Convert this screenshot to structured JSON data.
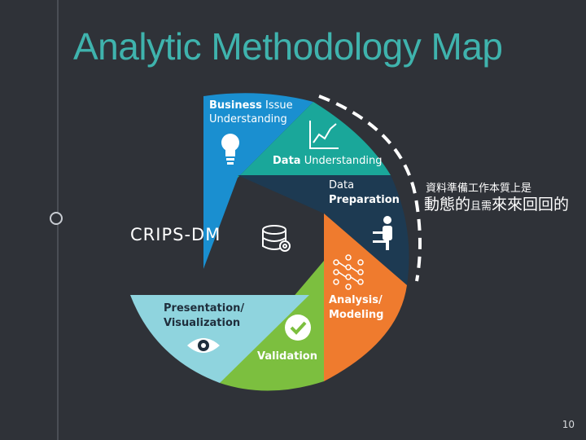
{
  "title": "Analytic Methodology Map",
  "center_label": "CRIPS-DM",
  "side_note": {
    "line1": "資料準備工作本質上是",
    "line2_a": "動態的",
    "line2_small": "且需",
    "line2_b": "來來回回的"
  },
  "segments": [
    {
      "bold": "Business",
      "rest": " Issue",
      "line2": "Understanding",
      "color": "#1a8fd0",
      "icon": "lightbulb-icon"
    },
    {
      "bold": "Data",
      "rest": " Understanding",
      "color": "#1aa79a",
      "icon": "line-chart-icon"
    },
    {
      "line1": "Data",
      "line2": "Preparation",
      "color": "#1d3a52",
      "icon": "worker-icon"
    },
    {
      "line1": "Analysis/",
      "line2": "Modeling",
      "color": "#ef7b2e",
      "icon": "network-icon"
    },
    {
      "line1": "Validation",
      "color": "#7cbf3f",
      "icon": "checkmark-icon"
    },
    {
      "line1": "Presentation/",
      "line2": "Visualization",
      "color": "#8fd4de",
      "icon": "eye-icon"
    }
  ],
  "center_icon": "database-gear-icon",
  "page_number": "10"
}
